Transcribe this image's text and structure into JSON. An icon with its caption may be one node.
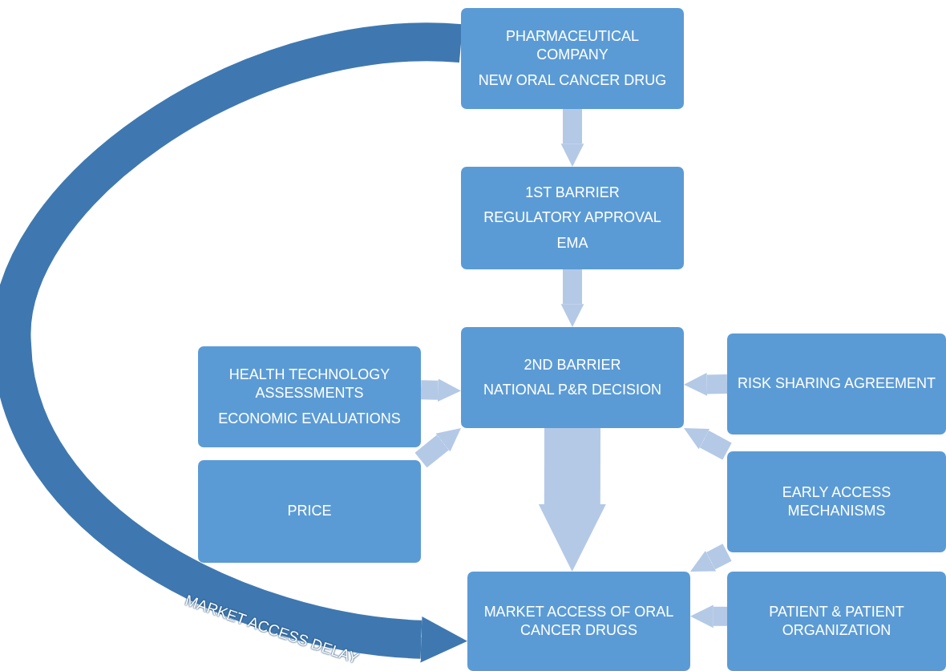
{
  "diagram": {
    "nodes": [
      {
        "text": [
          "PHARMACEUTICAL COMPANY",
          "NEW ORAL CANCER DRUG"
        ]
      },
      {
        "text": [
          "1ST BARRIER",
          "REGULATORY APPROVAL",
          "EMA"
        ]
      },
      {
        "text": [
          "2ND BARRIER",
          "NATIONAL P&R DECISION"
        ]
      },
      {
        "text": [
          "HEALTH TECHNOLOGY ASSESSMENTS",
          "ECONOMIC EVALUATIONS"
        ]
      },
      {
        "text": [
          "PRICE"
        ]
      },
      {
        "text": [
          "RISK SHARING AGREEMENT"
        ]
      },
      {
        "text": [
          "EARLY ACCESS MECHANISMS"
        ]
      },
      {
        "text": [
          "PATIENT & PATIENT ORGANIZATION"
        ]
      },
      {
        "text": [
          "MARKET ACCESS OF ORAL CANCER DRUGS"
        ]
      }
    ],
    "edges": [
      {
        "from": 0,
        "to": 1,
        "arrow": "to"
      },
      {
        "from": 1,
        "to": 2,
        "arrow": "to"
      },
      {
        "from": 2,
        "to": 8,
        "arrow": "to",
        "style": "thick"
      },
      {
        "from": 3,
        "to": 2,
        "arrow": "to"
      },
      {
        "from": 4,
        "to": 2,
        "arrow": "to"
      },
      {
        "from": 5,
        "to": 2,
        "arrow": "to"
      },
      {
        "from": 6,
        "to": 2,
        "arrow": "to"
      },
      {
        "from": 6,
        "to": 8,
        "arrow": "to"
      },
      {
        "from": 7,
        "to": 8,
        "arrow": "to"
      },
      {
        "from": 0,
        "to": 8,
        "arrow": "to",
        "label": "MARKET ACCESS DELAY",
        "style": "thick",
        "color": "#3f78b0"
      }
    ]
  }
}
